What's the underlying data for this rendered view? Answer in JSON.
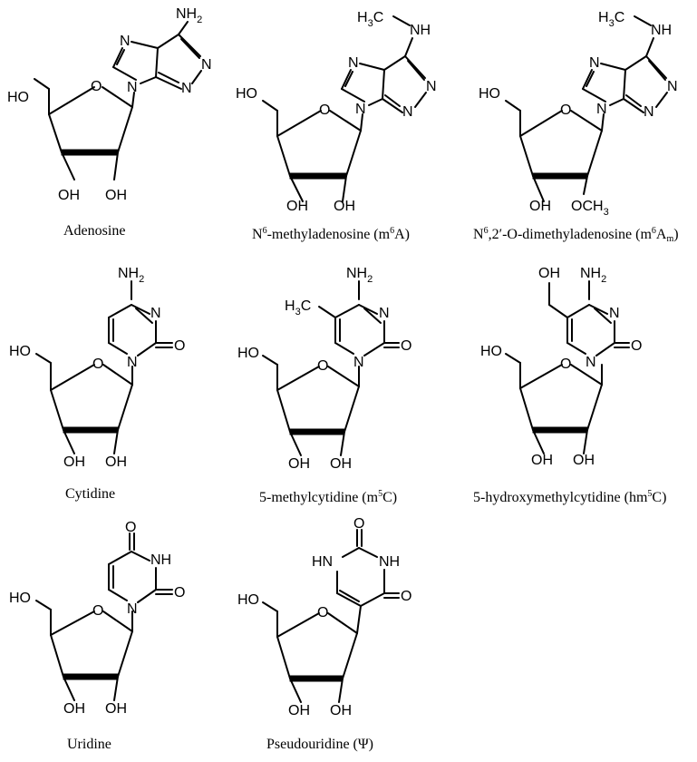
{
  "molecules": [
    {
      "label_parts": [
        {
          "t": "Adenosine"
        }
      ],
      "atoms": {
        "ho5": "HO",
        "oh3": "OH",
        "oh2": "OH",
        "n9": "N",
        "n7": "N",
        "n3": "N",
        "n1": "N",
        "amine": "NH",
        "amine_sub": "2"
      }
    },
    {
      "label_parts": [
        {
          "t": "N"
        },
        {
          "sup": "6"
        },
        {
          "t": "-methyladenosine (m"
        },
        {
          "sup": "6"
        },
        {
          "t": "A)"
        }
      ],
      "atoms": {
        "ho5": "HO",
        "oh3": "OH",
        "oh2": "OH",
        "n9": "N",
        "n7": "N",
        "n3": "N",
        "n1": "N",
        "methyl": "H",
        "methyl_sub": "3",
        "methyl_c": "C",
        "amine": "NH"
      }
    },
    {
      "label_parts": [
        {
          "t": "N"
        },
        {
          "sup": "6"
        },
        {
          "t": ",2′-O-dimethyladenosine (m"
        },
        {
          "sup": "6"
        },
        {
          "t": "A"
        },
        {
          "sub": "m"
        },
        {
          "t": ")"
        }
      ],
      "atoms": {
        "ho5": "HO",
        "oh3": "OH",
        "och3": "OCH",
        "och3_sub": "3",
        "n9": "N",
        "n7": "N",
        "n3": "N",
        "n1": "N",
        "methyl": "H",
        "methyl_sub": "3",
        "methyl_c": "C",
        "amine": "NH"
      }
    },
    {
      "label_parts": [
        {
          "t": "Cytidine"
        }
      ],
      "atoms": {
        "ho5": "HO",
        "oh3": "OH",
        "oh2": "OH",
        "n1": "N",
        "n3": "N",
        "carbonyl": "O",
        "amine": "NH",
        "amine_sub": "2"
      }
    },
    {
      "label_parts": [
        {
          "t": "5-methylcytidine (m"
        },
        {
          "sup": "5"
        },
        {
          "t": "C)"
        }
      ],
      "atoms": {
        "ho5": "HO",
        "oh3": "OH",
        "oh2": "OH",
        "n1": "N",
        "n3": "N",
        "carbonyl": "O",
        "amine": "NH",
        "amine_sub": "2",
        "methyl": "H",
        "methyl_sub": "3",
        "methyl_c": "C"
      }
    },
    {
      "label_parts": [
        {
          "t": "5-hydroxymethylcytidine (hm"
        },
        {
          "sup": "5"
        },
        {
          "t": "C)"
        }
      ],
      "atoms": {
        "ho5": "HO",
        "oh3": "OH",
        "oh2": "OH",
        "n1": "N",
        "n3": "N",
        "carbonyl": "O",
        "amine": "NH",
        "amine_sub": "2",
        "hydroxymethyl": "OH"
      }
    },
    {
      "label_parts": [
        {
          "t": "Uridine"
        }
      ],
      "atoms": {
        "ho5": "HO",
        "oh3": "OH",
        "oh2": "OH",
        "n1": "N",
        "nh3": "NH",
        "carbonyl2": "O",
        "carbonyl4": "O"
      }
    },
    {
      "label_parts": [
        {
          "t": "Pseudouridine (Ψ)"
        }
      ],
      "atoms": {
        "ho5": "HO",
        "oh3": "OH",
        "oh2": "OH",
        "hn1": "HN",
        "nh3": "NH",
        "carbonyl2": "O",
        "carbonyl4": "O"
      }
    }
  ]
}
